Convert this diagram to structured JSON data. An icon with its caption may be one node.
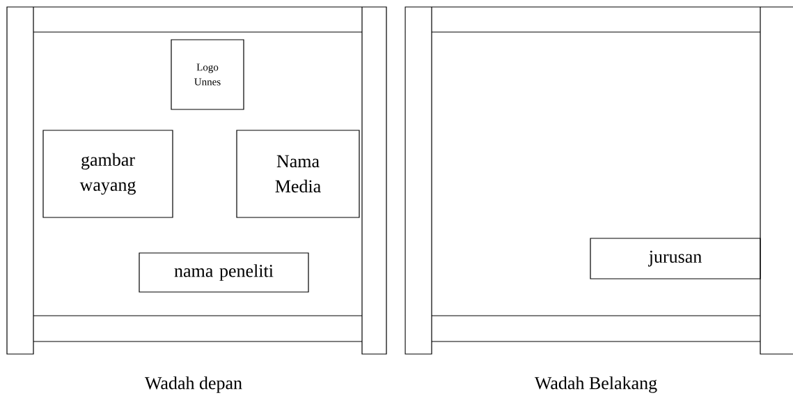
{
  "diagram": {
    "nodes": [
      {
        "text": [
          "Logo Unnes"
        ]
      },
      {
        "text": [
          "gambar wayang"
        ]
      },
      {
        "text": [
          "Nama Media"
        ]
      },
      {
        "text": [
          "nama peneliti"
        ]
      },
      {
        "text": [
          "jurusan"
        ]
      }
    ],
    "labels": [
      "Wadah depan",
      "Wadah Belakang"
    ]
  }
}
